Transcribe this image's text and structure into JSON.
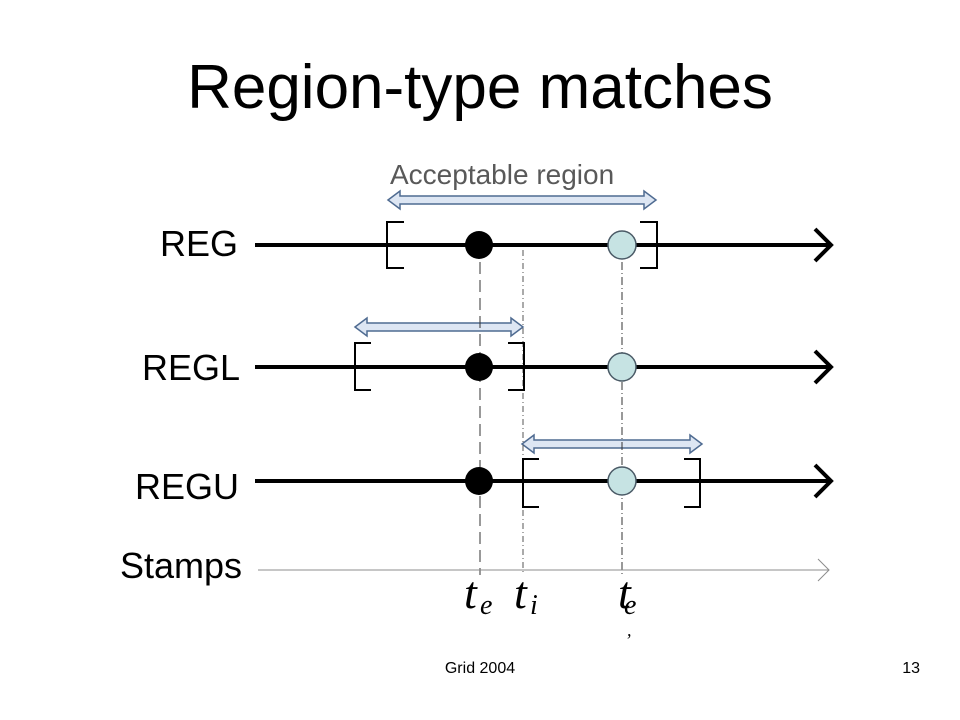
{
  "slide": {
    "title": "Region-type matches",
    "footer_left": "Grid 2004",
    "page_number": "13"
  },
  "diagram": {
    "acceptable_region_label": "Acceptable region",
    "rows": [
      {
        "label": "REG"
      },
      {
        "label": "REGL"
      },
      {
        "label": "REGU"
      }
    ],
    "stamps_label": "Stamps",
    "time_labels": {
      "te": {
        "base": "t",
        "sub": "e"
      },
      "ti": {
        "base": "t",
        "sub": "i"
      },
      "te_prime": {
        "base": "t",
        "sub": "e",
        "mark": ","
      }
    },
    "colors": {
      "filled_dot": "#000000",
      "hollow_dot": "#c6e3e3",
      "region_arrow_fill": "#dde6f3",
      "region_arrow_stroke": "#4f6b91",
      "stamps_line": "#8c8c8c"
    }
  }
}
